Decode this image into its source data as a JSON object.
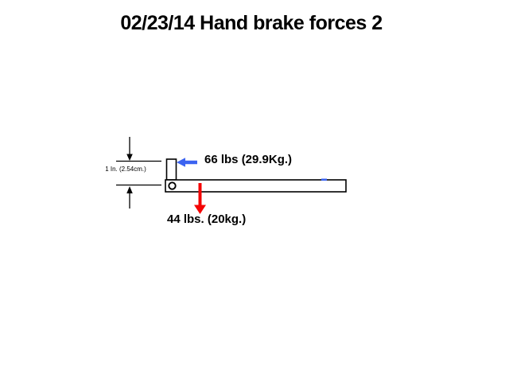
{
  "title": "02/23/14 Hand brake forces 2",
  "diagram": {
    "dimension_label": "1 In. (2.54cm.)",
    "horizontal_force_label": "66 lbs (29.9Kg.)",
    "vertical_force_label": "44 lbs. (20kg.)"
  },
  "colors": {
    "background": "#ffffff",
    "line": "#000000",
    "horizontal_force_arrow": "#3b63f0",
    "vertical_force_arrow": "#f40404"
  }
}
